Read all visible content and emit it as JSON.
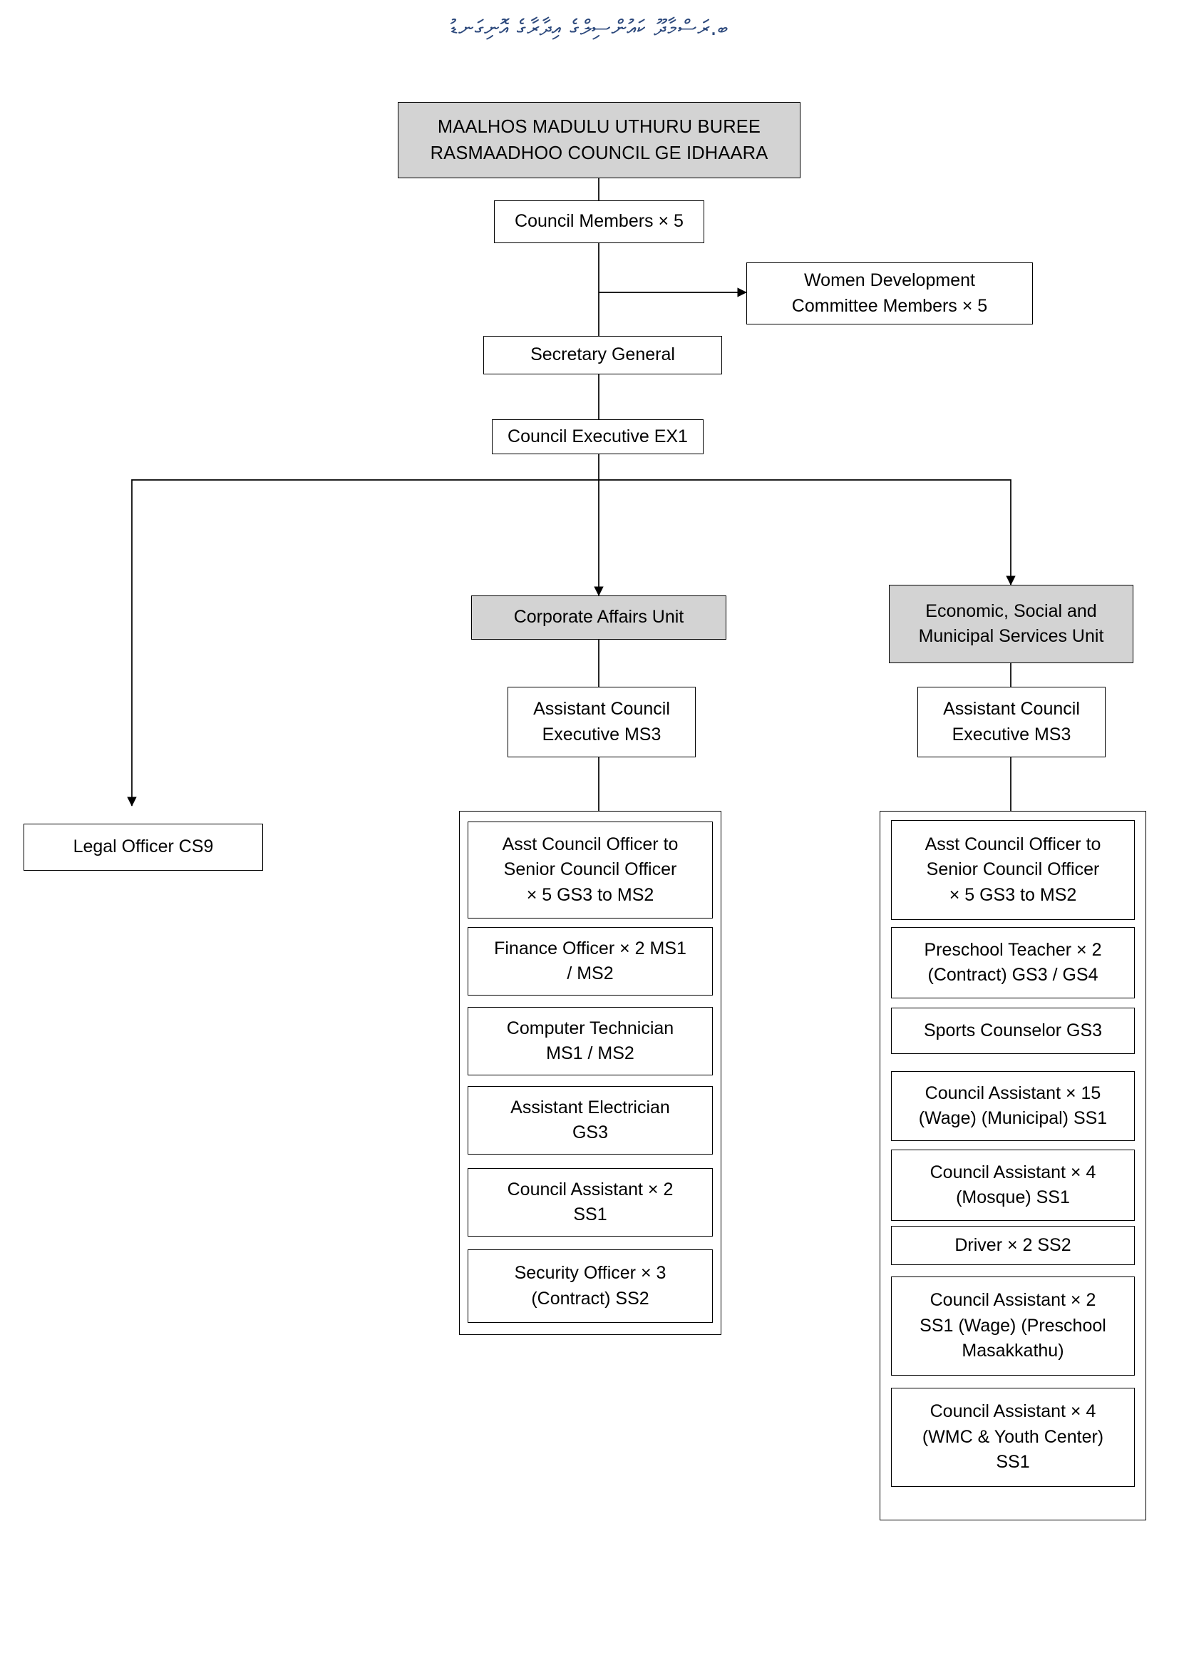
{
  "document": {
    "thaana_title": "ބ.ރަސްމާދޫ ކައުންސިލްގެ އިދާރާގެ އޮނިގަނޑު",
    "page_background": "#ffffff",
    "shaded_box_color": "#d3d3d3",
    "line_color": "#000000",
    "title_color": "#2e4a7d"
  },
  "chart": {
    "type": "org-chart",
    "header": {
      "line1": "MAALHOS MADULU UTHURU BUREE",
      "line2": "RASMAADHOO COUNCIL GE IDHAARA",
      "text": "MAALHOS MADULU UTHURU BUREE\nRASMAADHOO COUNCIL GE IDHAARA",
      "shaded": true
    },
    "council_members": {
      "text": "Council Members × 5",
      "shaded": false
    },
    "women_development_committee": {
      "text": "Women Development\nCommittee Members × 5",
      "shaded": false
    },
    "secretary_general": {
      "text": "Secretary General",
      "shaded": false
    },
    "council_executive": {
      "text": "Council Executive EX1",
      "shaded": false
    },
    "legal_officer": {
      "text": "Legal Officer CS9",
      "shaded": false
    },
    "units": [
      {
        "id": "corporate-affairs-unit",
        "title": "Corporate Affairs Unit",
        "shaded": true,
        "head": "Assistant Council\nExecutive MS3",
        "positions": [
          "Asst Council Officer to\nSenior Council Officer\n× 5 GS3 to MS2",
          "Finance Officer × 2 MS1\n/ MS2",
          "Computer Technician\nMS1 / MS2",
          "Assistant Electrician\nGS3",
          "Council Assistant × 2\nSS1",
          "Security Officer × 3\n(Contract) SS2"
        ]
      },
      {
        "id": "economic-social-municipal-services-unit",
        "title": "Economic, Social and\nMunicipal Services Unit",
        "shaded": true,
        "head": "Assistant Council\nExecutive MS3",
        "positions": [
          "Asst Council Officer to\nSenior Council Officer\n× 5 GS3 to MS2",
          "Preschool Teacher × 2\n(Contract) GS3 / GS4",
          "Sports Counselor GS3",
          "Council Assistant × 15\n(Wage) (Municipal) SS1",
          "Council Assistant × 4\n(Mosque) SS1",
          "Driver × 2 SS2",
          "Council Assistant × 2\nSS1 (Wage) (Preschool\nMasakkathu)",
          "Council Assistant × 4\n(WMC & Youth Center)\nSS1"
        ]
      }
    ]
  }
}
